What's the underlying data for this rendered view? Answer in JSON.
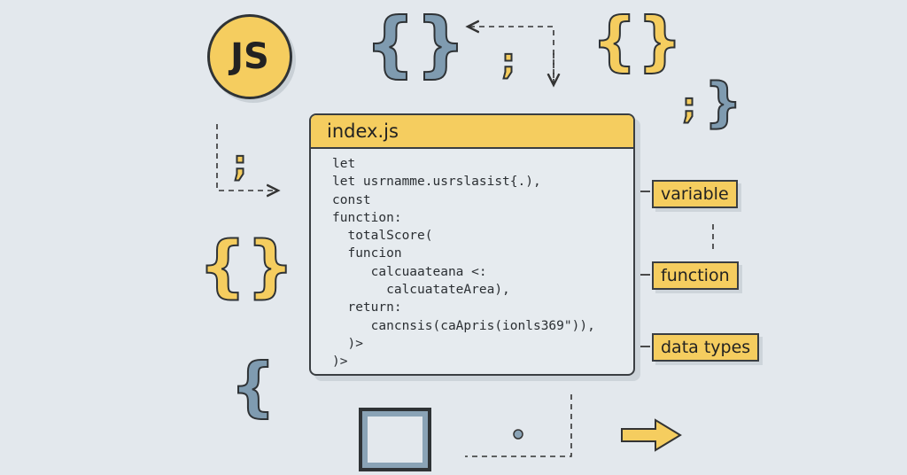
{
  "logo": {
    "text": "JS"
  },
  "window": {
    "title": "index.js",
    "code_lines": [
      "let",
      "let usrnamme.usrslasist{.),",
      "const",
      "function:",
      "  totalScore(",
      "  funcion",
      "     calcuaateana <:",
      "       calcuatateArea),",
      "  return:",
      "     cancnsis(caApris(ionls369\")),",
      "  )>",
      ")>"
    ]
  },
  "labels": {
    "variable": "variable",
    "function": "function",
    "data_types": "data types"
  },
  "symbols": {
    "braces_open": "{",
    "braces_close": "}",
    "semicolon": ";"
  },
  "colors": {
    "yellow": "#f5cd5f",
    "blue_gray": "#7f9bb0",
    "outline": "#2f3336",
    "background": "#e3e8ed"
  }
}
